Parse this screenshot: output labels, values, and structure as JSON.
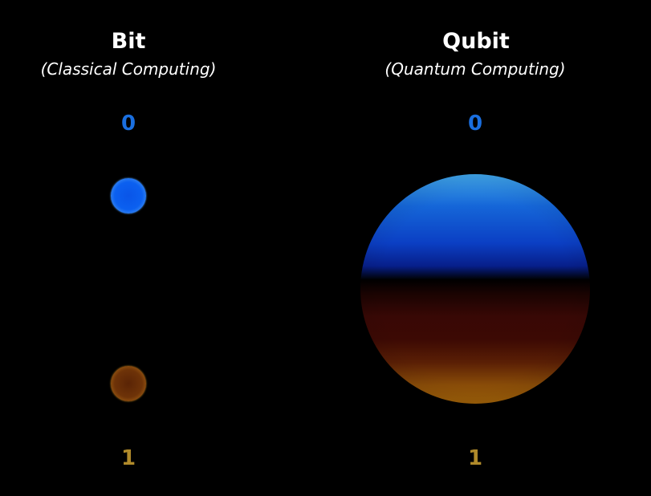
{
  "columns": {
    "bit": {
      "title": "Bit",
      "subtitle": "(Classical Computing)",
      "top_state": "0",
      "bottom_state": "1"
    },
    "qubit": {
      "title": "Qubit",
      "subtitle": "(Quantum Computing)",
      "top_state": "0",
      "bottom_state": "1"
    }
  },
  "colors": {
    "background": "#000000",
    "state_zero": "#1a6fe0",
    "state_one": "#b08a2a",
    "sphere_top": "#0b3fc4",
    "sphere_bottom": "#9a5e08"
  },
  "icons": {
    "bit_zero": "blue-dot",
    "bit_one": "orange-dot",
    "qubit": "superposition-sphere"
  }
}
